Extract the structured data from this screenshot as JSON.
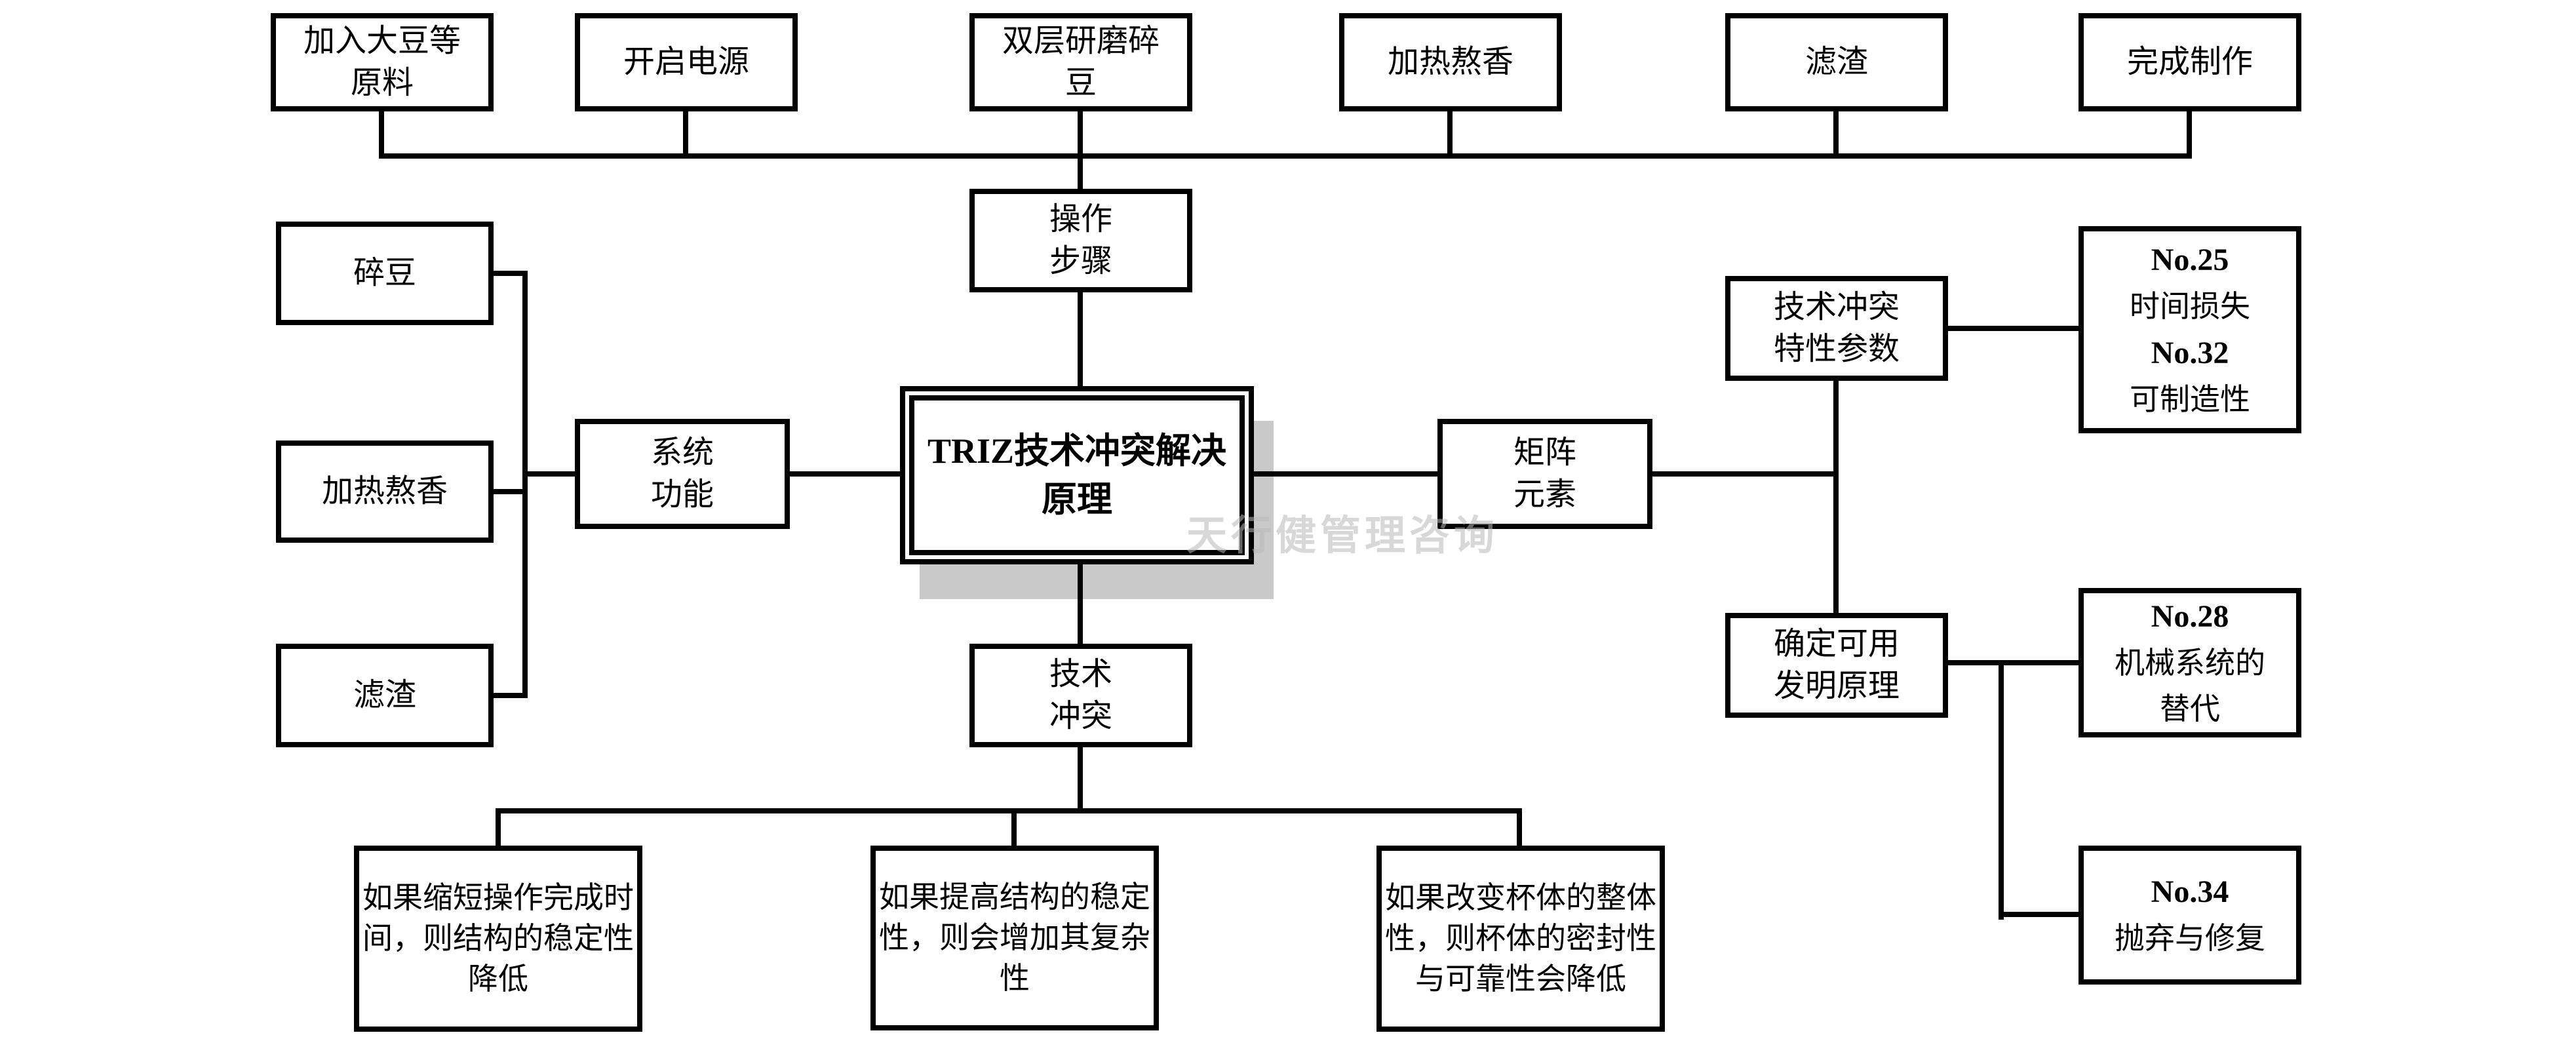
{
  "colors": {
    "line": "#000000",
    "shadow": "#c9c9c9",
    "watermark_color": "#c0c0c0",
    "background": "#ffffff"
  },
  "watermark": {
    "text": "天行健管理咨询"
  },
  "center": {
    "label": "TRIZ技术冲突解决\n原理"
  },
  "operation_steps": {
    "label": "操作\n步骤"
  },
  "top_steps": [
    {
      "label": "加入大豆等\n原料"
    },
    {
      "label": "开启电源"
    },
    {
      "label": "双层研磨碎\n豆"
    },
    {
      "label": "加热熬香"
    },
    {
      "label": "滤渣"
    },
    {
      "label": "完成制作"
    }
  ],
  "system_function": {
    "label": "系统\n功能"
  },
  "functions": [
    {
      "label": "碎豆"
    },
    {
      "label": "加热熬香"
    },
    {
      "label": "滤渣"
    }
  ],
  "matrix_element": {
    "label": "矩阵\n元素"
  },
  "conflict_parameters": {
    "label": "技术冲突\n特性参数"
  },
  "parameter_results": {
    "items": [
      {
        "no": "No.25",
        "name": "时间损失"
      },
      {
        "no": "No.32",
        "name": "可制造性"
      }
    ]
  },
  "determine_principles": {
    "label": "确定可用\n发明原理"
  },
  "invention_results": [
    {
      "no": "No.28",
      "name": "机械系统的\n替代"
    },
    {
      "no": "No.34",
      "name": "抛弃与修复"
    }
  ],
  "tech_conflict": {
    "label": "技术\n冲突"
  },
  "conflict_statements": [
    {
      "label": "如果缩短操作完成时\n间，则结构的稳定性\n降低"
    },
    {
      "label": "如果提高结构的稳定\n性，则会增加其复杂\n性"
    },
    {
      "label": "如果改变杯体的整体\n性，则杯体的密封性\n与可靠性会降低"
    }
  ]
}
